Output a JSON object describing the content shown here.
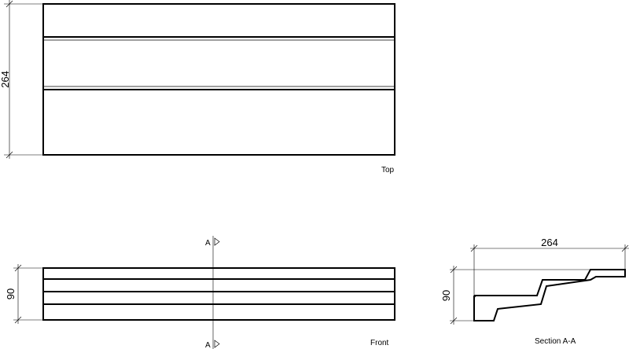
{
  "drawing": {
    "views": {
      "top": {
        "label": "Top",
        "dimension": "264"
      },
      "front": {
        "label": "Front",
        "dimension": "90",
        "section_marker_top": "A",
        "section_marker_bottom": "A"
      },
      "section": {
        "label": "Section A-A",
        "dimension_width": "264",
        "dimension_height": "90"
      }
    }
  }
}
